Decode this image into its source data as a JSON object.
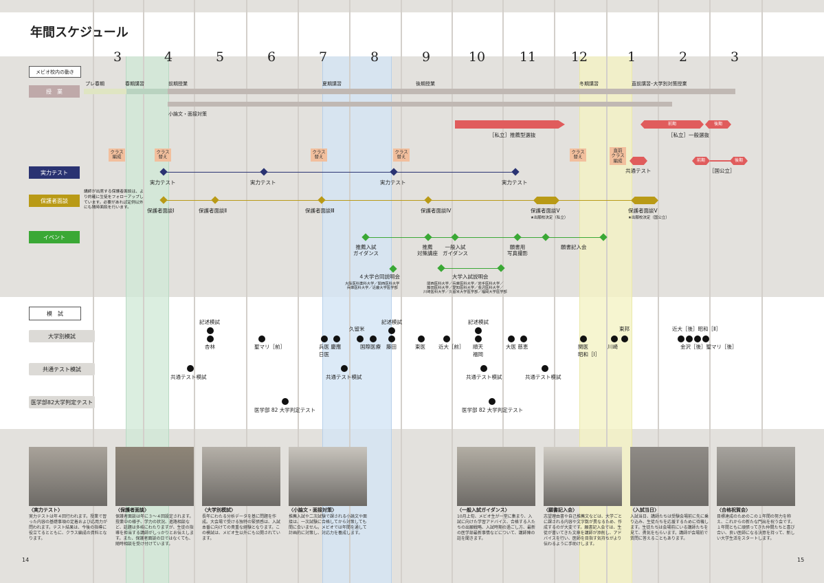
{
  "title": "年間スケジュール",
  "months": [
    "3",
    "4",
    "5",
    "6",
    "7",
    "8",
    "9",
    "10",
    "11",
    "12",
    "1",
    "2",
    "3"
  ],
  "rows": {
    "megio": "メビオ校内の動き",
    "lessons": "授　業",
    "tests": "実力テスト",
    "parents": "保護者面談",
    "events": "イベント",
    "mock": "模　試",
    "univ_mock": "大学別模試",
    "common_mock": "共通テスト模試",
    "med_mock": "医学部82大学判定テスト"
  },
  "lessons": {
    "pre_spring": "プレ春期",
    "spring": "春期講習",
    "first_term": "前期授業",
    "summer": "夏期講習",
    "second_term": "後期授業",
    "winter": "冬期講習",
    "final": "直前講習･大学別対策授業",
    "essay": "小論文・面接対策"
  },
  "exams": {
    "private_rec": "［私立］推薦型選抜",
    "private_gen": "［私立］一般選抜",
    "national": "［国公立］",
    "common_test": "共通テスト",
    "front": "前期",
    "back": "後期",
    "front2": "前期",
    "back2": "後期"
  },
  "class_change": {
    "c1": "クラス\n編成",
    "c2": "クラス\n替え",
    "c3": "クラス\n替え",
    "c4": "クラス\n替え",
    "c5": "クラス\n替え",
    "c6": "直前\nクラス\n編成"
  },
  "tests": {
    "t1": "実力テスト",
    "t2": "実力テスト",
    "t3": "実力テスト",
    "t4": "実力テスト"
  },
  "parents": {
    "note": "講師が出席する保護者面談は、より的確に生徒をフォローアップしています。必要があれば定例以外にも随時面談を行います。",
    "p1": "保護者面談Ⅰ",
    "p2": "保護者面談Ⅱ",
    "p3": "保護者面談Ⅲ",
    "p4": "保護者面談Ⅳ",
    "p5": "保護者面談Ⅴ",
    "p5_note": "★出願校決定（私立）",
    "p6": "保護者面談Ⅴ",
    "p6_note": "★出願校決定（国公立）"
  },
  "events": {
    "e1": "推薦入試\nガイダンス",
    "e2": "推薦\n対策講座",
    "e3": "一般入試\nガイダンス",
    "e4": "願書用\n写真撮影",
    "e5": "願書記入会",
    "e6": "４大学合同説明会",
    "e6_sub": "大阪医科薬科大学／関西医科大学\n兵庫医科大学／近畿大学医学部",
    "e7": "大学入試説明会",
    "e7_sub": "関西医科大学／兵庫医科大学／岩手医科大学／\n藤田医科大学／愛知医科大学／金沢医科大学／\n川崎医科大学／久留米大学医学部／福岡大学医学部"
  },
  "mock_labels": {
    "kijutsu1": "記述模試",
    "kyorin": "杏林",
    "seimari_front": "聖マリ［前］",
    "hyogo_keio": "兵医 慶應",
    "nichii": "日医",
    "kurume": "久留米",
    "kokusai": "国際医療",
    "kijutsu2": "記述模試",
    "fujita": "藤田",
    "toi": "東医",
    "kindai_front": "近大［前］",
    "kijutsu3": "記述模試",
    "juntendo": "順天",
    "fukuoka": "福岡",
    "oi_jikei": "大医 慈恵",
    "kansai": "関医",
    "showa1": "昭和［Ⅰ］",
    "toho": "東邦",
    "kawasaki": "川崎",
    "kindai_back": "近大［後］昭和［Ⅱ］",
    "kanazawa": "金沢［後］聖マリ［後］",
    "common1": "共通テスト模試",
    "common2": "共通テスト模試",
    "common3": "共通テスト模試",
    "common4": "共通テスト模試",
    "med1": "医学部 82 大学判定テスト",
    "med2": "医学部 82 大学判定テスト"
  },
  "photos": [
    {
      "title": "〈実力テスト〉",
      "desc": "実力テストは年４回行われます。授業で習った内容の基礎事項の定着および応用力が問われます。テスト結果は、今後の指導に役立てるとともに、クラス編成の資料となります。"
    },
    {
      "title": "〈保護者面談〉",
      "desc": "保護者面談は年に３～４回設定されます。授業中の様子、学力の状況、進路相談など、話題は多岐にわたりますが、生徒の指導を担当する講師がしっかりとお伝えします。また、保護者面談の日ではなくても、随時相談を受け付けています。"
    },
    {
      "title": "〈大学別模試〉",
      "desc": "長年にわたる分析データを基に問題を作成。大会場で受ける独特の緊張感は、入試本番に向けての貴重な経験となります。この模試は、メビオ生以外にも公開されています。"
    },
    {
      "title": "〈小論文・面接対策〉",
      "desc": "推薦入試や二次試験で課される小論文や面接は、一次試験に合格してから対策しても間に合いません。メビオでは年間を通して計画的に対策し、対応力を養成します。"
    },
    {
      "title": "〈一般入試ガイダンス〉",
      "desc": "10月上旬、メビオ生が一堂に集まり、入試に向けた学習アドバイス、合格する人たちの出願戦略、入試時期の過ごし方、最新の医学部最新事情などについて、講師陣の話を聞きます。"
    },
    {
      "title": "〈願書記入会〉",
      "desc": "志望理由書や自己推薦文などは、大学ごとに課される内容や文字数が異なるため、作成するのが大変です。願書記入会では、生徒が書いてきた文章を講師が添削し、アドバイスを行い、医師を目指す気持ちがより伝わるように手助けします。"
    },
    {
      "title": "〈入試当日〉",
      "desc": "入試当日、講師たちは受験会場前に先に乗り込み、生徒たちを応援するために待機します。生徒たちは会場前にいる講師たちを見て、勇気をもらいます。講師が会場前で質問に答えることもあります。"
    },
    {
      "title": "〈合格祝賀会〉",
      "desc": "目標達成のためのこの１年間の努力を称え、これからの新たな門出を祝う会です。１年間ともに頑張ってきた仲間たちと喜び合い、良い医師になる決意を持って、新しい大学生活をスタートします。"
    }
  ],
  "page_numbers": {
    "left": "14",
    "right": "15"
  },
  "colors": {
    "test_navy": "#2a3372",
    "parent_gold": "#b99a16",
    "event_green": "#3aa835",
    "exam_red": "#e05c5c",
    "lesson_bar": "#c0b8b3",
    "class_orange": "#f2bf9d",
    "band_green": "#cfe8d6",
    "band_blue": "#d3e5f5",
    "band_yellow": "#f4f3c4"
  }
}
